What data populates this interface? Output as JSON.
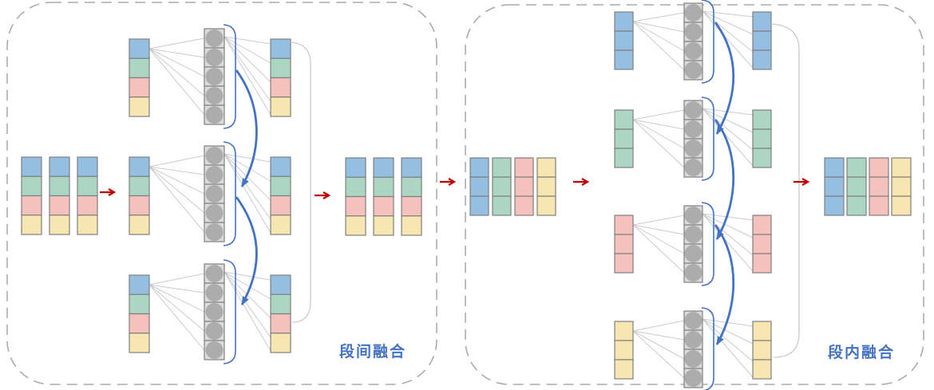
{
  "palette": {
    "blue": "#94BFE3",
    "green": "#ACD6C4",
    "pink": "#F5C1BC",
    "yellow": "#F7E6B0",
    "node_fill": "#ACACAC",
    "node_bg": "#DBDBDB",
    "cell_border": "#7F7F7F",
    "flow_arrow_red": "#C00000",
    "fusion_blue": "#4472C4",
    "relation_line": "#CBCBCB",
    "panel_border": "#ABABAB",
    "label_blue": "#4472C4"
  },
  "icons": {
    "flow_arrow": "arrow-right",
    "fusion_arrow": "curved-arrow-with-head",
    "fusion_bracket": "rounded-bracket",
    "attention_node": "gray-circle"
  },
  "left_panel": {
    "label": "段间融合",
    "input_columns": [
      [
        "blue",
        "green",
        "pink",
        "yellow"
      ],
      [
        "blue",
        "green",
        "pink",
        "yellow"
      ],
      [
        "blue",
        "green",
        "pink",
        "yellow"
      ]
    ],
    "groups": [
      {
        "input": [
          "blue",
          "green",
          "pink",
          "yellow"
        ],
        "nodes": 5,
        "output": [
          "blue",
          "green",
          "pink",
          "yellow"
        ]
      },
      {
        "input": [
          "blue",
          "green",
          "pink",
          "yellow"
        ],
        "nodes": 5,
        "output": [
          "blue",
          "green",
          "pink",
          "yellow"
        ]
      },
      {
        "input": [
          "blue",
          "green",
          "pink",
          "yellow"
        ],
        "nodes": 5,
        "output": [
          "blue",
          "green",
          "pink",
          "yellow"
        ]
      }
    ],
    "output_columns": [
      [
        "blue",
        "green",
        "pink",
        "yellow"
      ],
      [
        "blue",
        "green",
        "pink",
        "yellow"
      ],
      [
        "blue",
        "green",
        "pink",
        "yellow"
      ]
    ]
  },
  "right_panel": {
    "label": "段内融合",
    "input_columns": [
      [
        "blue",
        "blue",
        "blue"
      ],
      [
        "green",
        "green",
        "green"
      ],
      [
        "pink",
        "pink",
        "pink"
      ],
      [
        "yellow",
        "yellow",
        "yellow"
      ]
    ],
    "groups": [
      {
        "input": [
          "blue",
          "blue",
          "blue"
        ],
        "nodes": 4,
        "output": [
          "blue",
          "blue",
          "blue"
        ]
      },
      {
        "input": [
          "green",
          "green",
          "green"
        ],
        "nodes": 4,
        "output": [
          "green",
          "green",
          "green"
        ]
      },
      {
        "input": [
          "pink",
          "pink",
          "pink"
        ],
        "nodes": 4,
        "output": [
          "pink",
          "pink",
          "pink"
        ]
      },
      {
        "input": [
          "yellow",
          "yellow",
          "yellow"
        ],
        "nodes": 4,
        "output": [
          "yellow",
          "yellow",
          "yellow"
        ]
      }
    ],
    "output_columns": [
      [
        "blue",
        "blue",
        "blue"
      ],
      [
        "green",
        "green",
        "green"
      ],
      [
        "pink",
        "pink",
        "pink"
      ],
      [
        "yellow",
        "yellow",
        "yellow"
      ]
    ]
  }
}
